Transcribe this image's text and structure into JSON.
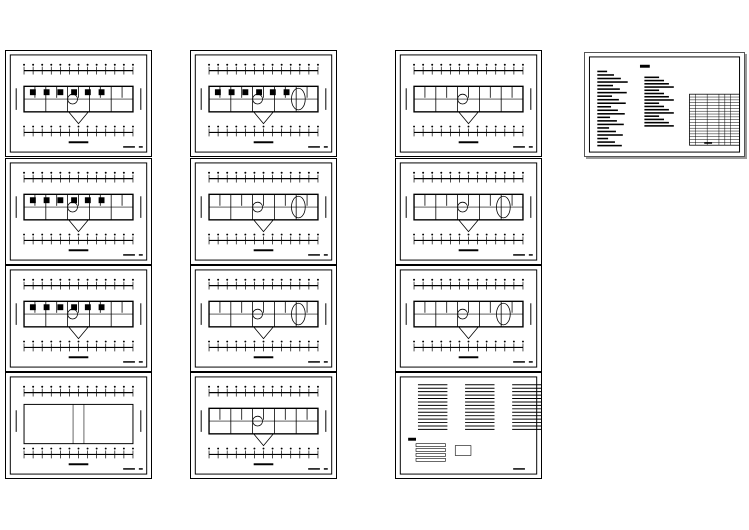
{
  "sheets": [
    {
      "kind": "plan",
      "variant": "a"
    },
    {
      "kind": "plan",
      "variant": "b"
    },
    {
      "kind": "plan",
      "variant": "c"
    },
    {
      "kind": "plan",
      "variant": "d"
    },
    {
      "kind": "plan",
      "variant": "e"
    },
    {
      "kind": "plan",
      "variant": "f"
    },
    {
      "kind": "plan",
      "variant": "d"
    },
    {
      "kind": "plan",
      "variant": "e"
    },
    {
      "kind": "plan",
      "variant": "f"
    },
    {
      "kind": "plan",
      "variant": "g"
    },
    {
      "kind": "plan",
      "variant": "h"
    },
    {
      "kind": "schedule"
    },
    {
      "kind": "notes"
    }
  ],
  "colors": {
    "ink": "#000000",
    "paper": "#ffffff",
    "shadow": "#999999"
  }
}
